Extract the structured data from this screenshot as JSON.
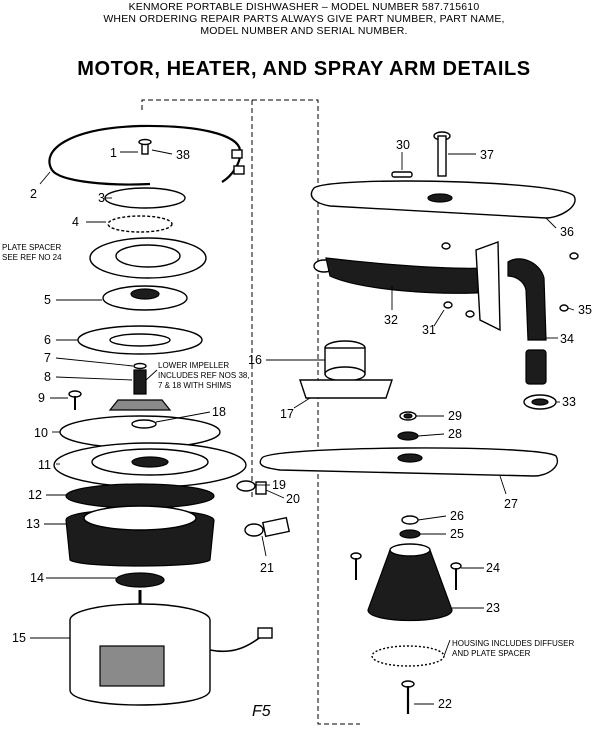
{
  "header": {
    "line1": "KENMORE PORTABLE DISHWASHER – MODEL NUMBER 587.715610",
    "line2": "WHEN ORDERING REPAIR PARTS ALWAYS GIVE PART NUMBER, PART NAME,",
    "line3": "MODEL NUMBER AND SERIAL NUMBER."
  },
  "title": "MOTOR, HEATER, AND SPRAY ARM DETAILS",
  "notes": {
    "plate_spacer_1": "PLATE SPACER",
    "plate_spacer_2": "SEE REF NO 24",
    "impeller_1": "LOWER IMPELLER",
    "impeller_2": "INCLUDES REF NOS 38,",
    "impeller_3": "7 & 18 WITH SHIMS",
    "housing_1": "HOUSING INCLUDES DIFFUSER",
    "housing_2": "AND PLATE SPACER"
  },
  "page_mark": "F5",
  "callouts": {
    "p1": "1",
    "p2": "2",
    "p3": "3",
    "p4": "4",
    "p5": "5",
    "p6": "6",
    "p7": "7",
    "p8": "8",
    "p9": "9",
    "p10": "10",
    "p11": "11",
    "p12": "12",
    "p13": "13",
    "p14": "14",
    "p15": "15",
    "p16": "16",
    "p17": "17",
    "p18": "18",
    "p19": "19",
    "p20": "20",
    "p21": "21",
    "p22": "22",
    "p23": "23",
    "p24": "24",
    "p25": "25",
    "p26": "26",
    "p27": "27",
    "p28": "28",
    "p29": "29",
    "p30": "30",
    "p31": "31",
    "p32": "32",
    "p33": "33",
    "p34": "34",
    "p35": "35",
    "p36": "36",
    "p37": "37",
    "p38": "38"
  }
}
